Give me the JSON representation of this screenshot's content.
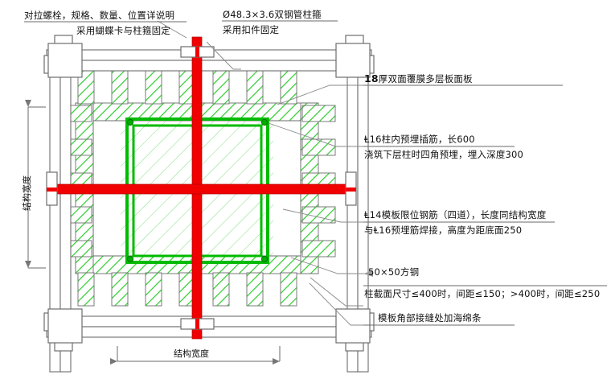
{
  "figure": {
    "kind": "construction-detail-drawing",
    "subject": "column-formwork-plan-detail"
  },
  "colors": {
    "tie_rod_red": "#f00000",
    "rebar_green": "#00c000",
    "hatch_green": "#33cc33",
    "line_gray": "#707070",
    "text_black": "#111111",
    "leader_gray": "#808080"
  },
  "annotations": {
    "top_left": {
      "line1": "对拉螺栓，规格、数量、位置详说明",
      "line2": "采用蝴蝶卡与柱箍固定"
    },
    "top_right": {
      "line1": "Ø48.3×3.6双钢管柱箍",
      "line2": "采用扣件固定"
    },
    "panel": {
      "num": "18",
      "rest": "厚双面覆膜多层板面板"
    },
    "dowel": {
      "line1": "Ⱡ16柱内预埋插筋，长600",
      "line2": "浇筑下层柱时四角预埋，埋入深度300"
    },
    "limit_bar": {
      "line1": "Ⱡ14模板限位钢筋（四道），长度同结构宽度",
      "line2": "与Ⱡ16预埋筋焊接，高度为距底面250"
    },
    "square_steel": {
      "line1": "50×50方钢",
      "line2": "柱截面尺寸≤400时，间距≤150；>400时，间距≤250"
    },
    "sponge": {
      "line1": "模板角部接缝处加海绵条"
    }
  },
  "dimensions": {
    "left_label": "结构宽度",
    "bottom_label": "结构宽度"
  }
}
